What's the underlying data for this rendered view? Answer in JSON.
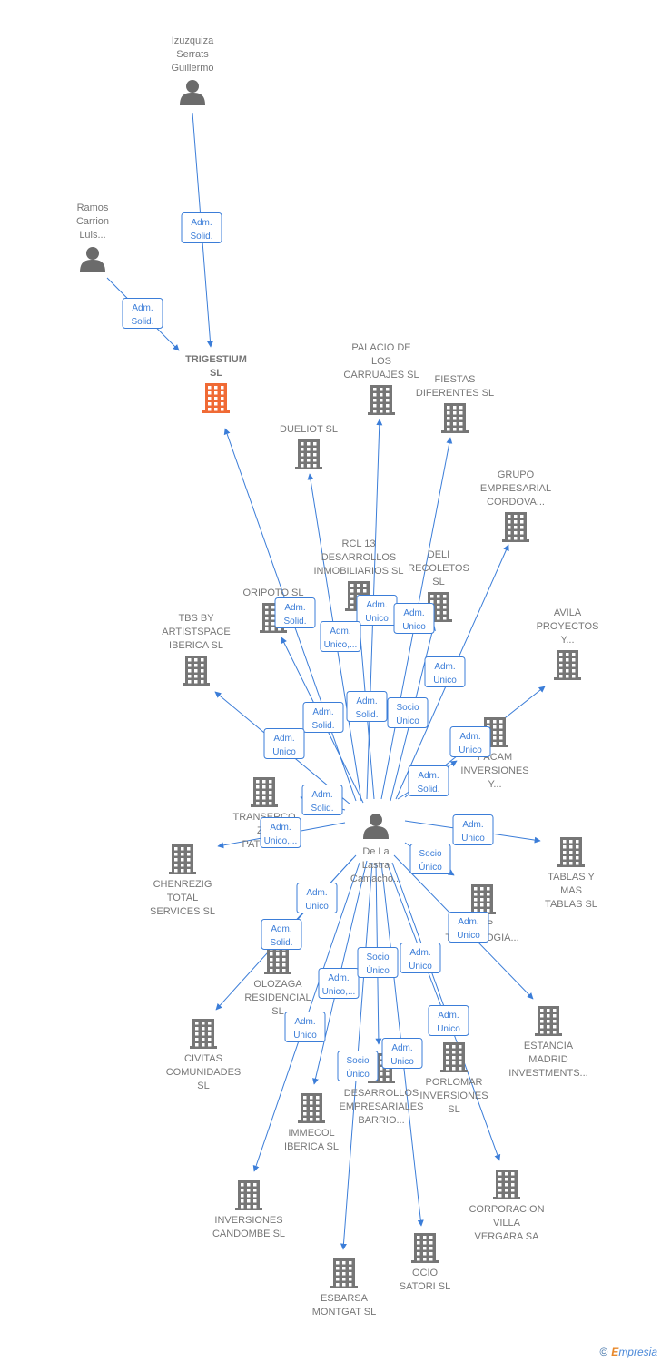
{
  "colors": {
    "edge": "#3b7dd8",
    "company": "#767676",
    "company_main": "#f06a35",
    "person": "#6b6b6b",
    "label": "#777777"
  },
  "nodes": [
    {
      "id": "izuzquiza",
      "kind": "person",
      "label": [
        "Izuzquiza",
        "Serrats",
        "Guillermo"
      ]
    },
    {
      "id": "ramos",
      "kind": "person",
      "label": [
        "Ramos",
        "Carrion",
        "Luis..."
      ]
    },
    {
      "id": "trigestium",
      "kind": "company_main",
      "label": [
        "TRIGESTIUM",
        "SL"
      ]
    },
    {
      "id": "palacio",
      "kind": "company",
      "label": [
        "PALACIO DE",
        "LOS",
        "CARRUAJES SL"
      ]
    },
    {
      "id": "fiestas",
      "kind": "company",
      "label": [
        "FIESTAS",
        "DIFERENTES SL"
      ]
    },
    {
      "id": "dueliot",
      "kind": "company",
      "label": [
        "DUELIOT SL"
      ]
    },
    {
      "id": "grupo",
      "kind": "company",
      "label": [
        "GRUPO",
        "EMPRESARIAL",
        "CORDOVA..."
      ]
    },
    {
      "id": "rcl",
      "kind": "company",
      "label": [
        "RCL 13",
        "DESARROLLOS",
        "INMOBILIARIOS SL"
      ]
    },
    {
      "id": "deli",
      "kind": "company",
      "label": [
        "DELI",
        "RECOLETOS",
        "SL"
      ]
    },
    {
      "id": "oripoto",
      "kind": "company",
      "label": [
        "ORIPOTO SL"
      ]
    },
    {
      "id": "tbs",
      "kind": "company",
      "label": [
        "TBS BY",
        "ARTISTSPACE",
        "IBERICA SL"
      ]
    },
    {
      "id": "avila",
      "kind": "company",
      "label": [
        "AVILA",
        "PROYECTOS",
        "Y..."
      ]
    },
    {
      "id": "pacam",
      "kind": "company",
      "label": [
        "PACAM",
        "INVERSIONES",
        "Y..."
      ]
    },
    {
      "id": "transerco",
      "kind": "company",
      "label": [
        "TRANSERCO",
        "Z...",
        "PATRIM..."
      ]
    },
    {
      "id": "delalastra",
      "kind": "person",
      "label": [
        "De La",
        "Lastra",
        "Camacho..."
      ]
    },
    {
      "id": "chenrezig",
      "kind": "company",
      "label": [
        "CHENREZIG",
        "TOTAL",
        "SERVICES SL"
      ]
    },
    {
      "id": "tablas",
      "kind": "company",
      "label": [
        "TABLAS Y",
        "MAS",
        "TABLAS SL"
      ]
    },
    {
      "id": "tecnologia",
      "kind": "company",
      "label": [
        "...UP",
        "TECNOLOGIA..."
      ]
    },
    {
      "id": "olozaga",
      "kind": "company",
      "label": [
        "OLOZAGA",
        "RESIDENCIAL",
        "SL"
      ]
    },
    {
      "id": "estancia",
      "kind": "company",
      "label": [
        "ESTANCIA",
        "MADRID",
        "INVESTMENTS..."
      ]
    },
    {
      "id": "civitas",
      "kind": "company",
      "label": [
        "CIVITAS",
        "COMUNIDADES",
        "SL"
      ]
    },
    {
      "id": "desarrollos",
      "kind": "company",
      "label": [
        "DESARROLLOS",
        "EMPRESARIALES",
        "BARRIO..."
      ]
    },
    {
      "id": "porlomar",
      "kind": "company",
      "label": [
        "PORLOMAR",
        "INVERSIONES",
        "SL"
      ]
    },
    {
      "id": "immecol",
      "kind": "company",
      "label": [
        "IMMECOL",
        "IBERICA SL"
      ]
    },
    {
      "id": "corporacion",
      "kind": "company",
      "label": [
        "CORPORACION",
        "VILLA",
        "VERGARA SA"
      ]
    },
    {
      "id": "candombe",
      "kind": "company",
      "label": [
        "INVERSIONES",
        "CANDOMBE SL"
      ]
    },
    {
      "id": "ocio",
      "kind": "company",
      "label": [
        "OCIO",
        "SATORI SL"
      ]
    },
    {
      "id": "esbarsa",
      "kind": "company",
      "label": [
        "ESBARSA",
        "MONTGAT SL"
      ]
    }
  ],
  "edges": [
    {
      "from": "izuzquiza",
      "to": "trigestium",
      "label": [
        "Adm.",
        "Solid."
      ]
    },
    {
      "from": "ramos",
      "to": "trigestium",
      "label": [
        "Adm.",
        "Solid."
      ]
    },
    {
      "from": "delalastra",
      "to": "trigestium",
      "label": [
        "Adm.",
        "Solid."
      ]
    },
    {
      "from": "delalastra",
      "to": "palacio",
      "label": [
        "Adm.",
        "Unico"
      ]
    },
    {
      "from": "delalastra",
      "to": "fiestas",
      "label": [
        "Adm.",
        "Unico"
      ]
    },
    {
      "from": "delalastra",
      "to": "dueliot",
      "label": [
        "Adm.",
        "Unico,..."
      ]
    },
    {
      "from": "delalastra",
      "to": "grupo",
      "label": [
        "Adm.",
        "Unico"
      ]
    },
    {
      "from": "delalastra",
      "to": "rcl",
      "label": [
        "Adm.",
        "Solid."
      ]
    },
    {
      "from": "delalastra",
      "to": "deli",
      "label": [
        "Socio",
        "Único"
      ]
    },
    {
      "from": "delalastra",
      "to": "oripoto",
      "label": [
        "Adm.",
        "Solid."
      ]
    },
    {
      "from": "delalastra",
      "to": "tbs",
      "label": [
        "Adm.",
        "Unico"
      ]
    },
    {
      "from": "delalastra",
      "to": "avila",
      "label": [
        "Adm.",
        "Unico"
      ]
    },
    {
      "from": "delalastra",
      "to": "pacam",
      "label": [
        "Adm.",
        "Solid."
      ]
    },
    {
      "from": "delalastra",
      "to": "transerco",
      "label": [
        "Adm.",
        "Solid."
      ]
    },
    {
      "from": "delalastra",
      "to": "chenrezig",
      "label": [
        "Adm.",
        "Unico,..."
      ]
    },
    {
      "from": "delalastra",
      "to": "tablas",
      "label": [
        "Adm.",
        "Unico"
      ]
    },
    {
      "from": "delalastra",
      "to": "tecnologia",
      "label": [
        "Socio",
        "Único"
      ]
    },
    {
      "from": "delalastra",
      "to": "estancia",
      "label": [
        "Adm.",
        "Unico"
      ]
    },
    {
      "from": "delalastra",
      "to": "olozaga",
      "label": [
        "Adm.",
        "Unico"
      ]
    },
    {
      "from": "delalastra",
      "to": "civitas",
      "label": [
        "Adm.",
        "Solid."
      ]
    },
    {
      "from": "delalastra",
      "to": "immecol",
      "label": [
        "Adm.",
        "Unico,..."
      ]
    },
    {
      "from": "delalastra",
      "to": "candombe",
      "label": [
        "Adm.",
        "Unico"
      ]
    },
    {
      "from": "delalastra",
      "to": "desarrollos",
      "label": [
        "Socio",
        "Único"
      ]
    },
    {
      "from": "delalastra",
      "to": "porlomar",
      "label": [
        "Adm.",
        "Unico"
      ]
    },
    {
      "from": "delalastra",
      "to": "corporacion",
      "label": [
        "Adm.",
        "Unico"
      ]
    },
    {
      "from": "delalastra",
      "to": "esbarsa",
      "label": [
        "Socio",
        "Único"
      ]
    },
    {
      "from": "delalastra",
      "to": "ocio",
      "label": [
        "Adm.",
        "Unico"
      ]
    }
  ],
  "footer": {
    "copyright": "©",
    "brand_e": "E",
    "brand_rest": "mpresia"
  }
}
